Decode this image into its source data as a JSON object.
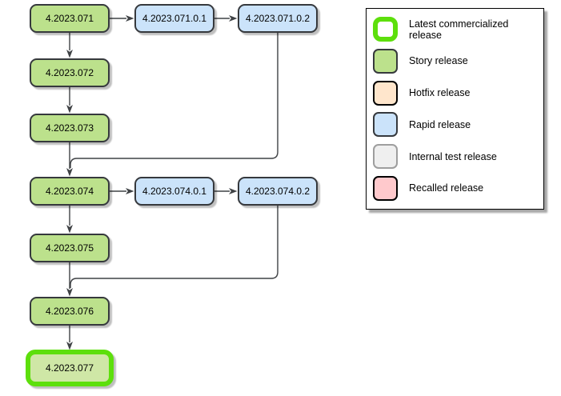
{
  "diagram": {
    "nodes": [
      {
        "id": "n071",
        "label": "4.2023.071",
        "type": "story"
      },
      {
        "id": "n07101",
        "label": "4.2023.071.0.1",
        "type": "rapid"
      },
      {
        "id": "n07102",
        "label": "4.2023.071.0.2",
        "type": "rapid"
      },
      {
        "id": "n072",
        "label": "4.2023.072",
        "type": "story"
      },
      {
        "id": "n073",
        "label": "4.2023.073",
        "type": "story"
      },
      {
        "id": "n074",
        "label": "4.2023.074",
        "type": "story"
      },
      {
        "id": "n07401",
        "label": "4.2023.074.0.1",
        "type": "rapid"
      },
      {
        "id": "n07402",
        "label": "4.2023.074.0.2",
        "type": "rapid"
      },
      {
        "id": "n075",
        "label": "4.2023.075",
        "type": "story"
      },
      {
        "id": "n076",
        "label": "4.2023.076",
        "type": "story"
      },
      {
        "id": "n077",
        "label": "4.2023.077",
        "type": "latest-commercialized"
      }
    ],
    "edges": [
      {
        "from": "4.2023.071",
        "to": "4.2023.071.0.1"
      },
      {
        "from": "4.2023.071.0.1",
        "to": "4.2023.071.0.2"
      },
      {
        "from": "4.2023.071",
        "to": "4.2023.072"
      },
      {
        "from": "4.2023.072",
        "to": "4.2023.073"
      },
      {
        "from": "4.2023.073",
        "to": "4.2023.074"
      },
      {
        "from": "4.2023.071.0.2",
        "to": "4.2023.074"
      },
      {
        "from": "4.2023.074",
        "to": "4.2023.074.0.1"
      },
      {
        "from": "4.2023.074.0.1",
        "to": "4.2023.074.0.2"
      },
      {
        "from": "4.2023.074",
        "to": "4.2023.075"
      },
      {
        "from": "4.2023.075",
        "to": "4.2023.076"
      },
      {
        "from": "4.2023.074.0.2",
        "to": "4.2023.076"
      },
      {
        "from": "4.2023.076",
        "to": "4.2023.077"
      }
    ]
  },
  "legend": {
    "items": [
      {
        "label": "Latest commercialized release",
        "type": "latest"
      },
      {
        "label": "Story release",
        "type": "story"
      },
      {
        "label": "Hotfix release",
        "type": "hotfix"
      },
      {
        "label": "Rapid release",
        "type": "rapid"
      },
      {
        "label": "Internal test release",
        "type": "internal"
      },
      {
        "label": "Recalled release",
        "type": "recalled"
      }
    ]
  },
  "colors": {
    "story_fill": "#bce18c",
    "rapid_fill": "#cbe3fa",
    "hotfix_fill": "#ffe6cc",
    "internal_fill": "#efefef",
    "internal_border": "#9e9e9e",
    "recalled_fill": "#ffc9cc",
    "latest_fill": "#cfe7a6",
    "latest_border": "#5ddf0c",
    "node_border": "#36393d",
    "edge_stroke": "#3f4245",
    "background": "#ffffff"
  }
}
